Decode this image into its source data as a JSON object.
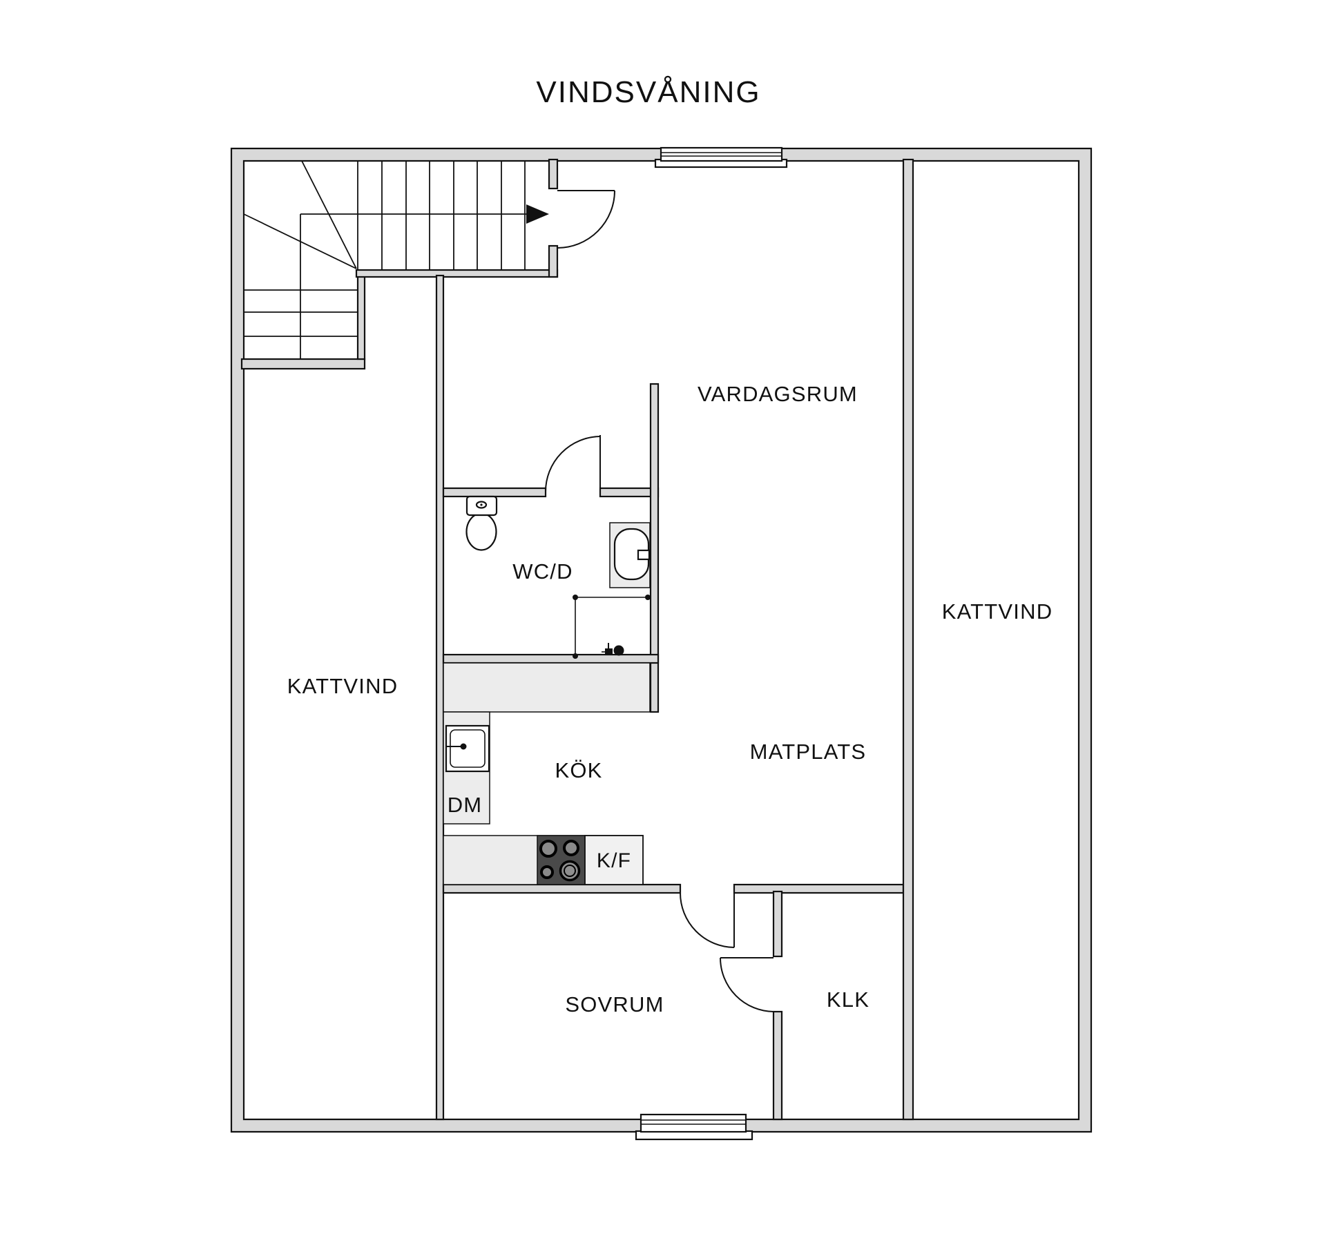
{
  "title": "VINDSVÅNING",
  "rooms": {
    "vardagsrum": "VARDAGSRUM",
    "kattvind_left": "KATTVIND",
    "kattvind_right": "KATTVIND",
    "wc_d": "WC/D",
    "kok": "KÖK",
    "matplats": "MATPLATS",
    "sovrum": "SOVRUM",
    "klk": "KLK"
  },
  "fixtures": {
    "dishwasher": "DM",
    "fridge_freezer": "K/F"
  },
  "colors": {
    "background": "#ffffff",
    "wall_fill": "#d9d9d9",
    "counter_fill": "#ececec",
    "stove_fill": "#4a4a4a",
    "line": "#111111"
  }
}
